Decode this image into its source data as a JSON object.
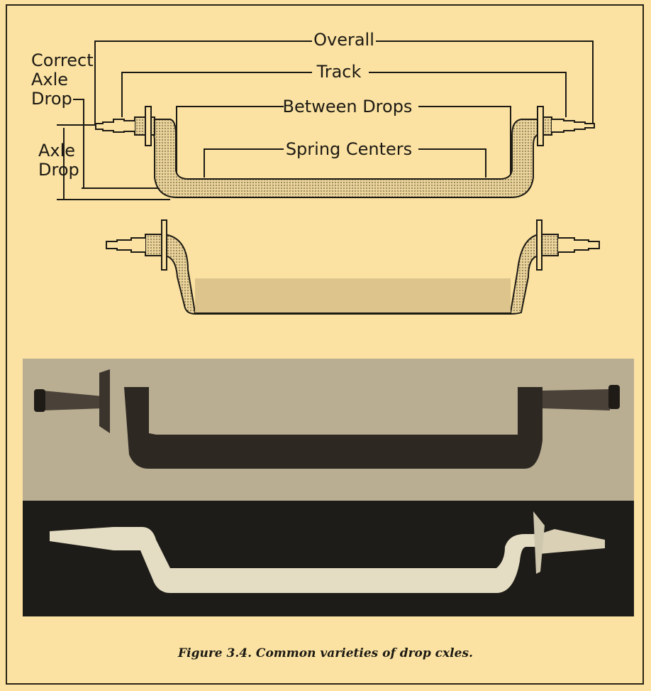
{
  "diagram": {
    "labels": {
      "overall": "Overall",
      "track": "Track",
      "between_drops": "Between Drops",
      "spring_centers": "Spring Centers",
      "correct_axle_drop": [
        "Correct",
        "Axle",
        "Drop"
      ],
      "axle_drop": [
        "Axle",
        "Drop"
      ]
    }
  },
  "caption": "Figure 3.4.  Common varieties of drop cxles.",
  "colors": {
    "paper": "#fbe2a2",
    "ink": "#1d1a14",
    "fill": "#d8c08a"
  }
}
